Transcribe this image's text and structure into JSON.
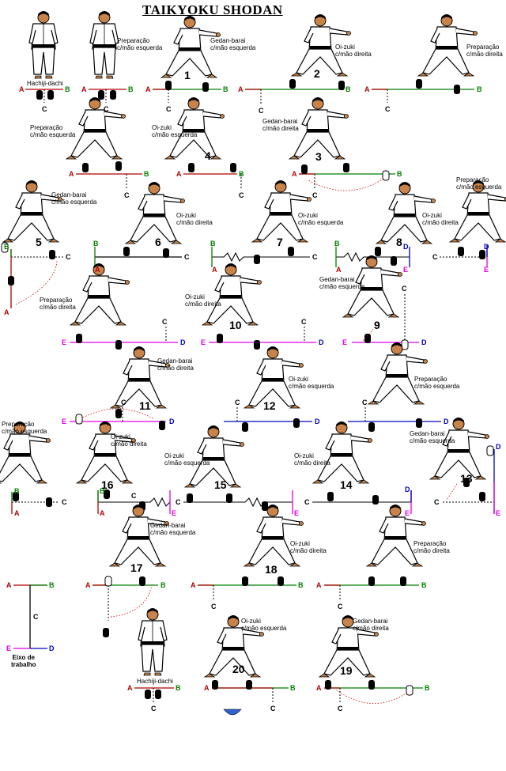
{
  "title": "TAIKYOKU SHODAN",
  "axes": {
    "A": "A",
    "B": "B",
    "C": "C",
    "D": "D",
    "E": "E"
  },
  "labels": {
    "hachiji": "Hachiji-dachi",
    "prep_esq": "Preparação\nc/mão esquerda",
    "prep_dir": "Preparação\nc/mão direita",
    "gedan_esq": "Gedan-barai\nc/mão esquerda",
    "gedan_dir": "Gedan-barai\nc/mão direita",
    "oizuki_esq": "Oi-zuki\nc/mão esquerda",
    "oizuki_dir": "Oi-zuki\nc/mão direita"
  },
  "steps": [
    "1",
    "2",
    "3",
    "4",
    "5",
    "6",
    "7",
    "8",
    "9",
    "10",
    "11",
    "12",
    "13",
    "14",
    "15",
    "16",
    "17",
    "18",
    "19",
    "20"
  ],
  "legend": {
    "caption": "Eixo de\ntrabalho"
  },
  "colors": {
    "A": "#b00000",
    "B": "#008000",
    "C": "#000000",
    "D": "#0000c0",
    "E": "#e000e0",
    "skin": "#8b4513",
    "hair": "#000000"
  }
}
